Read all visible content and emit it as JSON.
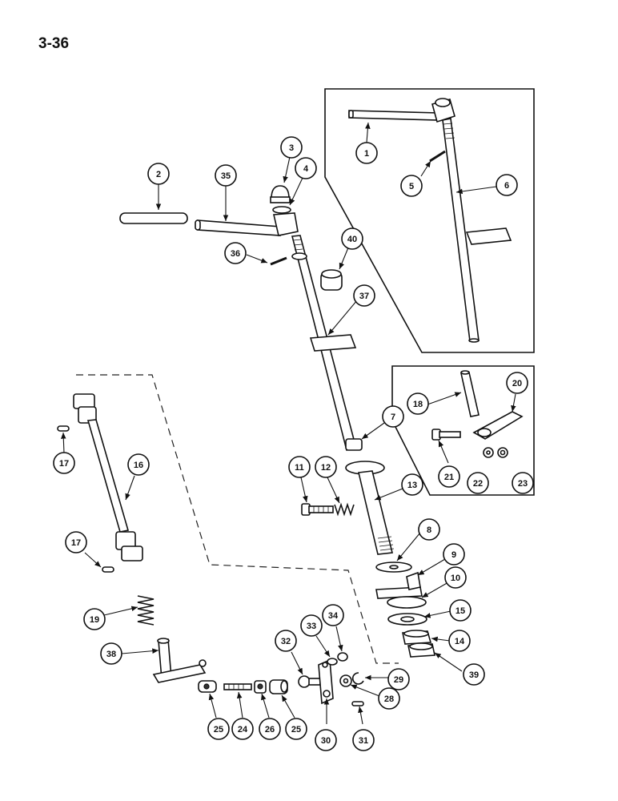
{
  "page_number": "3-36",
  "callouts": [
    "1",
    "2",
    "3",
    "4",
    "5",
    "6",
    "7",
    "8",
    "9",
    "10",
    "11",
    "12",
    "13",
    "14",
    "15",
    "16",
    "17",
    "17",
    "18",
    "19",
    "20",
    "21",
    "22",
    "23",
    "24",
    "25",
    "25",
    "26",
    "28",
    "29",
    "30",
    "31",
    "32",
    "33",
    "34",
    "35",
    "36",
    "37",
    "38",
    "39",
    "40"
  ],
  "colors": {
    "ink": "#111111",
    "background": "#ffffff"
  }
}
